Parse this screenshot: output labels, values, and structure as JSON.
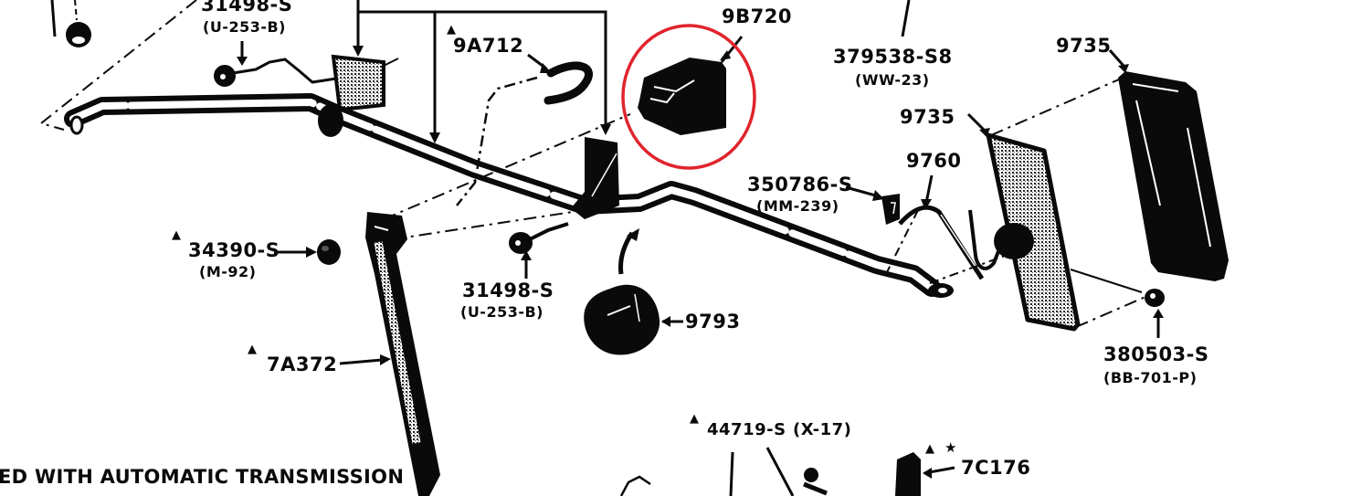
{
  "diagram": {
    "type": "exploded parts diagram",
    "highlight_color": "#e0242c",
    "ink_color": "#0a0a0a",
    "highlighted_part": "9B720"
  },
  "labels": {
    "p31498_top": {
      "part": "31498-S",
      "code": "(U-253-B)"
    },
    "p9a712": {
      "part": "9A712",
      "marker": "triangle"
    },
    "p9b720": {
      "part": "9B720"
    },
    "p379538": {
      "part": "379538-S8",
      "code": "(WW-23)"
    },
    "p9735_top": {
      "part": "9735"
    },
    "p9735_mid": {
      "part": "9735"
    },
    "p350786": {
      "part": "350786-S",
      "code": "(MM-239)"
    },
    "p9760": {
      "part": "9760"
    },
    "p34390": {
      "part": "34390-S",
      "code": "(M-92)",
      "marker": "triangle"
    },
    "p31498_mid": {
      "part": "31498-S",
      "code": "(U-253-B)"
    },
    "p9793": {
      "part": "9793"
    },
    "p7a372": {
      "part": "7A372",
      "marker": "triangle"
    },
    "p380503": {
      "part": "380503-S",
      "code": "(BB-701-P)"
    },
    "p44719": {
      "part": "44719-S",
      "code": "(X-17)",
      "marker": "triangle"
    },
    "p7c176": {
      "part": "7C176",
      "marker": "triangle-star"
    }
  },
  "markers": {
    "triangle": "▲",
    "star": "★"
  },
  "caption": "ED WITH AUTOMATIC TRANSMISSION"
}
